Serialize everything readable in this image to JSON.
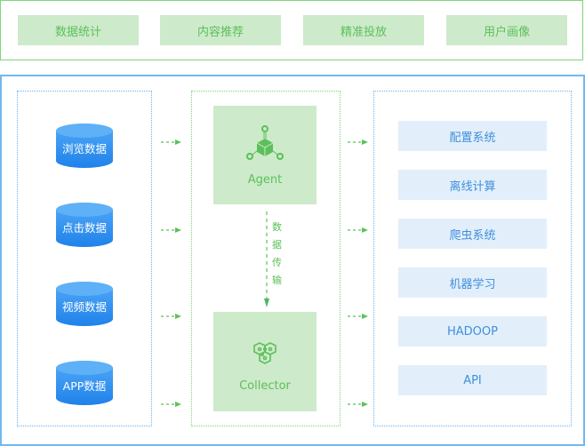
{
  "top_bar": {
    "items": [
      {
        "label": "数据统计"
      },
      {
        "label": "内容推荐"
      },
      {
        "label": "精准投放"
      },
      {
        "label": "用户画像"
      }
    ]
  },
  "data_sources": {
    "items": [
      {
        "label": "浏览数据",
        "icon": "database-icon"
      },
      {
        "label": "点击数据",
        "icon": "database-icon"
      },
      {
        "label": "视频数据",
        "icon": "database-icon"
      },
      {
        "label": "APP数据",
        "icon": "database-icon"
      }
    ]
  },
  "pipeline": {
    "agent": {
      "label": "Agent",
      "icon": "agent-cube-icon"
    },
    "transfer": {
      "chars": [
        "数",
        "据",
        "传",
        "输"
      ]
    },
    "collector": {
      "label": "Collector",
      "icon": "collector-hexagon-icon"
    }
  },
  "systems": {
    "items": [
      {
        "label": "配置系统"
      },
      {
        "label": "离线计算"
      },
      {
        "label": "爬虫系统"
      },
      {
        "label": "机器学习"
      },
      {
        "label": "HADOOP"
      },
      {
        "label": "API"
      }
    ]
  },
  "colors": {
    "green": "#5cc05a",
    "green_light": "#cdeaca",
    "blue": "#3f8fde",
    "blue_light": "#e2effb",
    "db_blue": "#2b8ef0"
  }
}
